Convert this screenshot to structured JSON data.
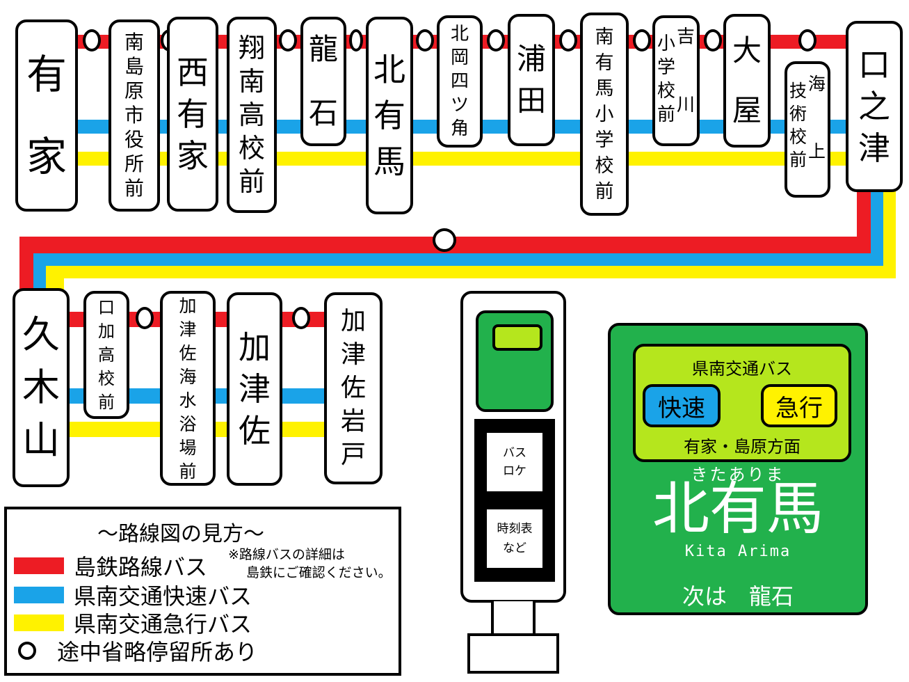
{
  "stops_row1": [
    {
      "id": "ariie",
      "lines": [
        "有",
        "家"
      ]
    },
    {
      "id": "minami-shimabara",
      "lines": [
        "南",
        "島",
        "原",
        "市",
        "役",
        "所",
        "前"
      ]
    },
    {
      "id": "nishi-arie",
      "lines": [
        "西",
        "有",
        "家"
      ]
    },
    {
      "id": "shonan",
      "lines": [
        "翔",
        "南",
        "高",
        "校",
        "前"
      ]
    },
    {
      "id": "tatsuishi",
      "lines": [
        "龍",
        "石"
      ]
    },
    {
      "id": "kita-arima",
      "lines": [
        "北",
        "有",
        "馬"
      ]
    },
    {
      "id": "kitaoka",
      "lines": [
        "北",
        "岡",
        "四",
        "ツ",
        "角"
      ]
    },
    {
      "id": "urata",
      "lines": [
        "浦",
        "田"
      ]
    },
    {
      "id": "minami-arima-es",
      "lines": [
        "南",
        "有",
        "馬",
        "小",
        "学",
        "校",
        "前"
      ]
    },
    {
      "id": "yoshikawa",
      "cols": [
        [
          "小",
          "学",
          "校",
          "前"
        ],
        [
          "吉",
          "川"
        ]
      ]
    },
    {
      "id": "oya",
      "lines": [
        "大",
        "屋"
      ]
    },
    {
      "id": "kaigi",
      "cols": [
        [
          "技",
          "術",
          "校",
          "前"
        ],
        [
          "海",
          "上"
        ]
      ]
    },
    {
      "id": "kuchinotsu",
      "lines": [
        "口",
        "之",
        "津"
      ]
    }
  ],
  "stops_row2": [
    {
      "id": "kukiyama",
      "lines": [
        "久",
        "木",
        "山"
      ]
    },
    {
      "id": "kuchika",
      "lines": [
        "口",
        "加",
        "高",
        "校",
        "前"
      ]
    },
    {
      "id": "kazusa-beach",
      "lines": [
        "加",
        "津",
        "佐",
        "海",
        "水",
        "浴",
        "場",
        "前"
      ]
    },
    {
      "id": "kazusa",
      "lines": [
        "加",
        "津",
        "佐"
      ]
    },
    {
      "id": "kazusa-iwado",
      "lines": [
        "加",
        "津",
        "佐",
        "岩",
        "戸"
      ]
    }
  ],
  "pole": {
    "top_panel": "バス\nロケ",
    "bottom_panel": "時刻表\nなど",
    "top_panel_lines": [
      "バス",
      "ロケ"
    ],
    "bottom_panel_lines": [
      "時刻表",
      "など"
    ]
  },
  "sign": {
    "operator": "県南交通バス",
    "badge_rapid": "快速",
    "badge_express": "急行",
    "direction": "有家・島原方面",
    "reading": "きたありま",
    "station": "北有馬",
    "romaji": "Kita Arima",
    "next": "次は　龍石",
    "colors": {
      "board": "#22b14c",
      "inner": "#b5e61d",
      "rapid": "#1aa3e8",
      "express": "#fff200"
    }
  },
  "legend": {
    "title": "〜路線図の見方〜",
    "items": [
      {
        "label": "島鉄路線バス",
        "color": "#ed1c24"
      },
      {
        "label": "県南交通快速バス",
        "color": "#1aa3e8"
      },
      {
        "label": "県南交通急行バス",
        "color": "#fff200"
      },
      {
        "label": "途中省略停留所あり",
        "color": "circle"
      }
    ],
    "note_lines": [
      "※路線バスの詳細は",
      "島鉄にご確認ください。"
    ]
  }
}
